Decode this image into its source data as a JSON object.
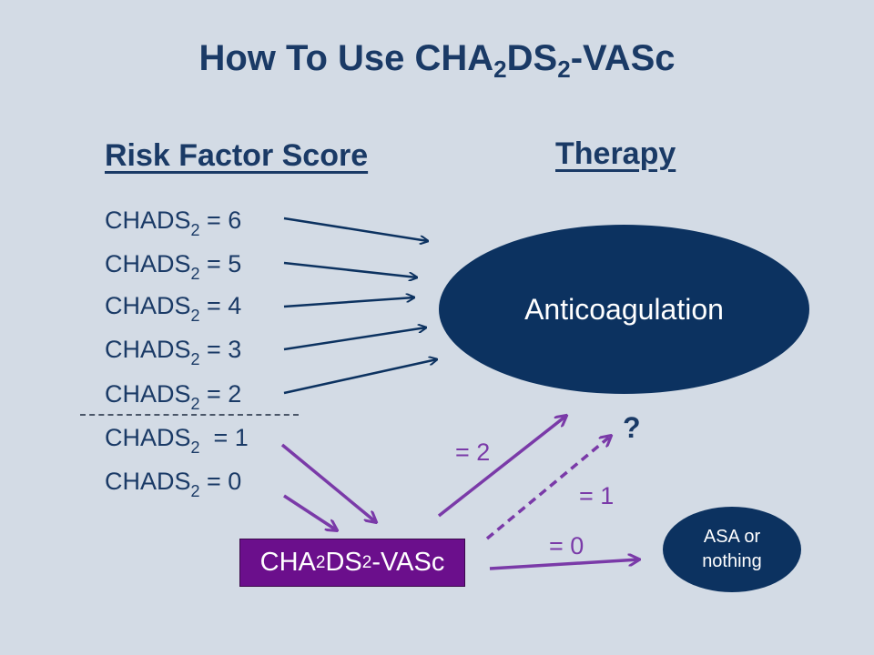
{
  "title": {
    "prefix": "How To Use CHA",
    "sub1": "2",
    "mid": "DS",
    "sub2": "2",
    "suffix": "-VASc"
  },
  "headings": {
    "risk": "Risk Factor Score",
    "therapy": "Therapy"
  },
  "chads_rows": [
    {
      "label": "CHADS",
      "sub": "2",
      "value": " = 6"
    },
    {
      "label": "CHADS",
      "sub": "2",
      "value": " = 5"
    },
    {
      "label": "CHADS",
      "sub": "2",
      "value": " = 4"
    },
    {
      "label": "CHADS",
      "sub": "2",
      "value": " = 3"
    },
    {
      "label": "CHADS",
      "sub": "2",
      "value": " = 2"
    },
    {
      "label": "CHADS",
      "sub": "2",
      "value": "  = 1"
    },
    {
      "label": "CHADS",
      "sub": "2",
      "value": " = 0"
    }
  ],
  "anticoagulation": "Anticoagulation",
  "asa": {
    "line1": "ASA or",
    "line2": "nothing"
  },
  "vasc_box": {
    "prefix": "CHA",
    "sub1": "2",
    "mid": "DS",
    "sub2": "2",
    "suffix": "-VASc"
  },
  "score_labels": {
    "two": "= 2",
    "one": "= 1",
    "zero": "= 0"
  },
  "question_mark": "?",
  "colors": {
    "navy": "#0c3260",
    "text_navy": "#1a3a66",
    "purple": "#7a3aa8",
    "box_purple": "#6b0f8c",
    "background": "#d3dbe5"
  }
}
